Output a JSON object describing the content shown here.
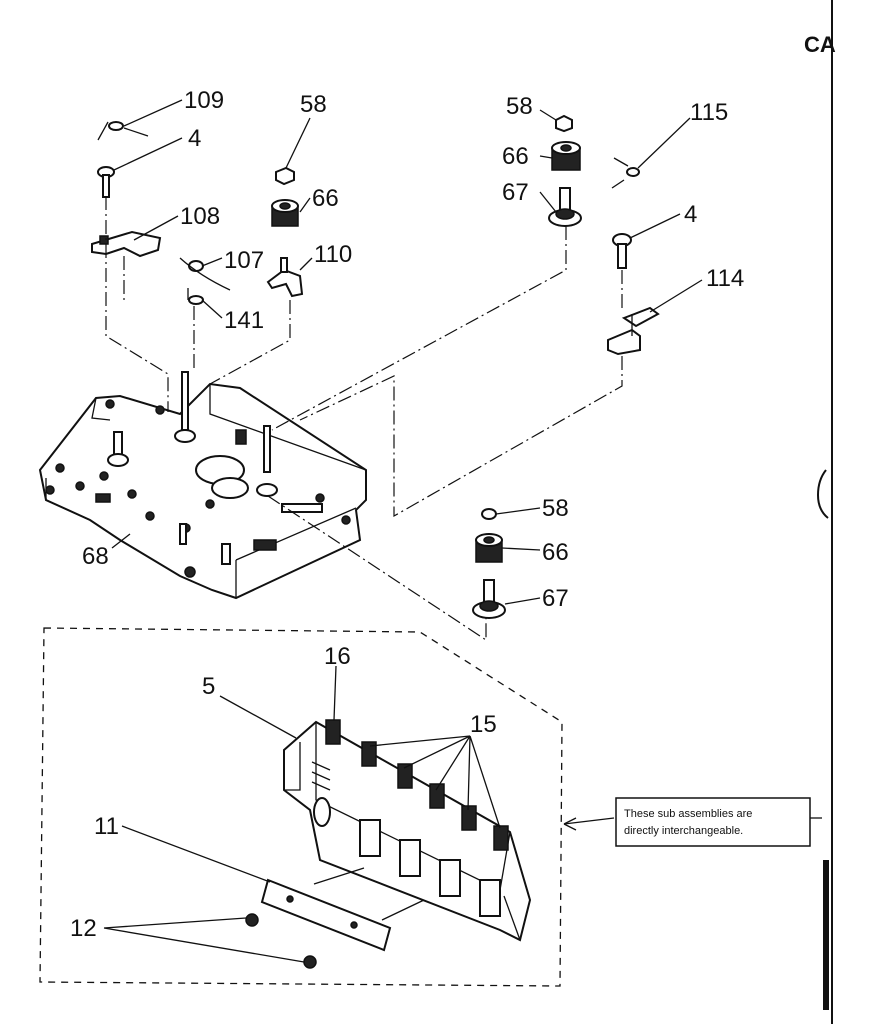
{
  "corner_label": "CA",
  "callouts": {
    "p109": "109",
    "p4a": "4",
    "p108": "108",
    "p107": "107",
    "p141": "141",
    "p58a": "58",
    "p66a": "66",
    "p110": "110",
    "p58b": "58",
    "p66b": "66",
    "p67a": "67",
    "p115": "115",
    "p4b": "4",
    "p114": "114",
    "p68": "68",
    "p58c": "58",
    "p66c": "66",
    "p67b": "67",
    "p16": "16",
    "p5": "5",
    "p15": "15",
    "p11": "11",
    "p12": "12"
  },
  "note": {
    "line1": "These sub assemblies are",
    "line2": "directly interchangeable."
  }
}
